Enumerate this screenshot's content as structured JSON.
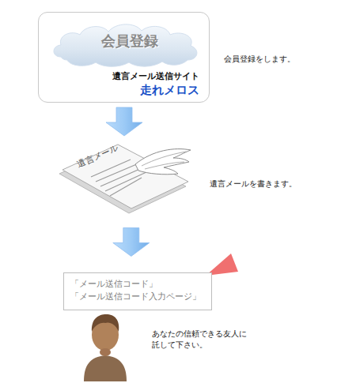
{
  "diagram": {
    "nodes": [
      {
        "text": [
          "遺言メール送信サイト",
          "走れメロス"
        ]
      },
      {
        "text": [
          "会員登録"
        ],
        "in": 0
      },
      {
        "text": [
          "遺言メール"
        ]
      },
      {
        "text": [
          "「メール送信コード」",
          "「メール送信コード入力ページ」"
        ]
      }
    ],
    "edges": [
      {
        "from": 0,
        "to": 2,
        "arrow": "to"
      },
      {
        "from": 2,
        "to": 3,
        "arrow": "to"
      }
    ],
    "labels": [
      "会員登録をします。",
      "遺言メールを書きます。",
      "あなたの信頼できる友人に 託して下さい。"
    ]
  }
}
